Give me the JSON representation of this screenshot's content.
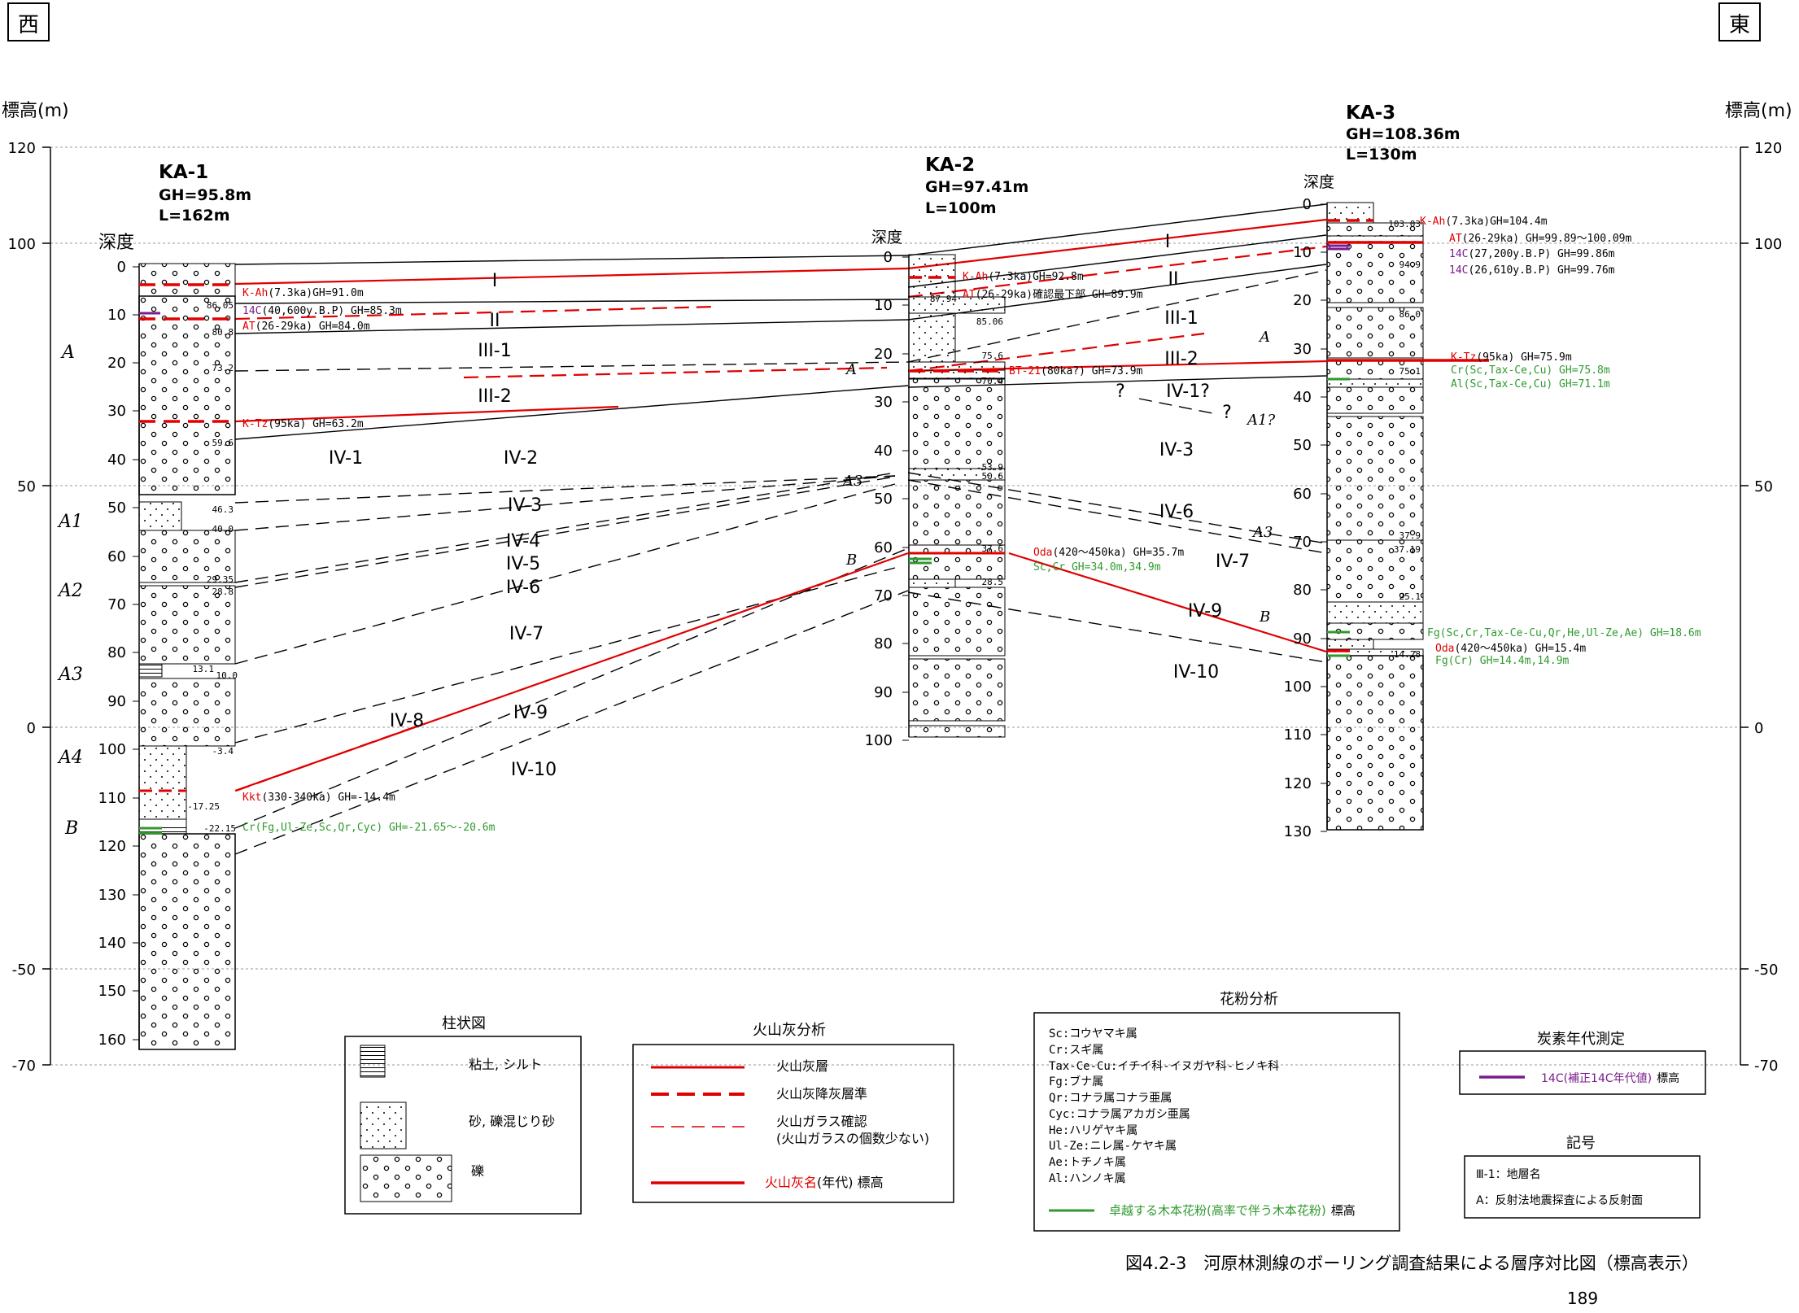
{
  "corners": {
    "west": "西",
    "east": "東"
  },
  "axis": {
    "title": "標高(m)",
    "ticks": [
      "120",
      "100",
      "50",
      "0",
      "-50",
      "-70"
    ]
  },
  "holes": [
    {
      "id": "KA-1",
      "gh": "GH=95.8m",
      "len": "L=162m",
      "depth_label": "深度",
      "depth_ticks": [
        "0",
        "10",
        "20",
        "30",
        "40",
        "50",
        "60",
        "70",
        "80",
        "90",
        "100",
        "110",
        "120",
        "130",
        "140",
        "150",
        "160"
      ],
      "side": [
        "86.05",
        "80.8",
        "73.2",
        "59.6",
        "46.3",
        "40.0",
        "29.35",
        "28.8",
        "13.1",
        "10.0",
        "-3.4",
        "-17.25",
        "-22.15"
      ]
    },
    {
      "id": "KA-2",
      "gh": "GH=97.41m",
      "len": "L=100m",
      "depth_label": "深度",
      "depth_ticks": [
        "0",
        "10",
        "20",
        "30",
        "40",
        "50",
        "60",
        "70",
        "80",
        "90",
        "100"
      ],
      "side": [
        "87.94",
        "85.06",
        "75.6",
        "70.4",
        "53.9",
        "50.6",
        "37.6",
        "28.5"
      ]
    },
    {
      "id": "KA-3",
      "gh": "GH=108.36m",
      "len": "L=130m",
      "depth_label": "深度",
      "depth_ticks": [
        "0",
        "10",
        "20",
        "30",
        "40",
        "50",
        "60",
        "70",
        "80",
        "90",
        "100",
        "110",
        "120",
        "130"
      ],
      "side": [
        "103.03",
        "94.9",
        "86.0",
        "75.1",
        "37.9",
        "37.19",
        "25.1",
        "14.28"
      ]
    }
  ],
  "units": [
    "I",
    "II",
    "III-1",
    "III-2",
    "IV-1",
    "IV-2",
    "IV-3",
    "IV-4",
    "IV-5",
    "IV-6",
    "IV-7",
    "IV-8",
    "IV-9",
    "IV-10",
    "IV-3",
    "IV-6",
    "IV-7",
    "IV-9",
    "IV-10",
    "I",
    "II",
    "III-1",
    "III-2",
    "IV-1?",
    "?",
    "?"
  ],
  "reflectors": [
    "A",
    "A1",
    "A2",
    "A3",
    "A4",
    "B",
    "A",
    "A3",
    "B",
    "A",
    "A1?",
    "A3",
    "B"
  ],
  "tephra_ka1": [
    {
      "name": "K-Ah",
      "rest": "(7.3ka)GH=91.0m"
    },
    {
      "name": "14C",
      "rest": "(40,600y.B.P) GH=85.3m"
    },
    {
      "name": "AT",
      "rest": "(26-29ka) GH=84.0m"
    },
    {
      "name": "K-Tz",
      "rest": "(95ka) GH=63.2m"
    },
    {
      "name": "Kkt",
      "rest": "(330-340ka) GH=-14.4m"
    },
    {
      "name": "Cr",
      "rest": "(Fg,Ul-Ze,Sc,Qr,Cyc) GH=-21.65～-20.6m"
    }
  ],
  "tephra_ka2": [
    {
      "name": "K-Ah",
      "rest": "(7.3ka)GH=92.8m"
    },
    {
      "name": "AT",
      "rest": "(26-29ka)確認最下部 GH=89.9m"
    },
    {
      "name": "BT-21",
      "rest": "(80ka?) GH=73.9m"
    },
    {
      "name": "Oda",
      "rest": "(420～450ka) GH=35.7m"
    },
    {
      "name": "Sc,Cr",
      "rest": " GH=34.0m,34.9m"
    }
  ],
  "tephra_ka3": [
    {
      "name": "K-Ah",
      "rest": "(7.3ka)GH=104.4m"
    },
    {
      "name": "AT",
      "rest": "(26-29ka) GH=99.89～100.09m"
    },
    {
      "name": "14C",
      "rest": "(27,200y.B.P) GH=99.86m"
    },
    {
      "name": "14C",
      "rest": "(26,610y.B.P) GH=99.76m"
    },
    {
      "name": "K-Tz",
      "rest": "(95ka) GH=75.9m"
    },
    {
      "name": "Cr",
      "rest": "(Sc,Tax-Ce,Cu) GH=75.8m"
    },
    {
      "name": "Al",
      "rest": "(Sc,Tax-Ce,Cu) GH=71.1m"
    },
    {
      "name": "Fg",
      "rest": "(Sc,Cr,Tax-Ce-Cu,Qr,He,Ul-Ze,Ae) GH=18.6m"
    },
    {
      "name": "Oda",
      "rest": "(420～450ka) GH=15.4m"
    },
    {
      "name": "Fg",
      "rest": "(Cr) GH=14.4m,14.9m"
    }
  ],
  "legend_column": {
    "title": "柱状図",
    "items": [
      "粘土, シルト",
      "砂, 礫混じり砂",
      "礫"
    ]
  },
  "legend_ash": {
    "title": "火山灰分析",
    "items": [
      "火山灰層",
      "火山灰降灰層準",
      "火山ガラス確認",
      "(火山ガラスの個数少ない)",
      "火山灰名",
      "(年代) 標高"
    ]
  },
  "legend_pollen": {
    "title": "花粉分析",
    "items": [
      "Sc:コウヤマキ属",
      "Cr:スギ属",
      "Tax-Ce-Cu:イチイ科-イヌガヤ科-ヒノキ科",
      "Fg:ブナ属",
      "Qr:コナラ属コナラ亜属",
      "Cyc:コナラ属アカガシ亜属",
      "He:ハリゲヤキ属",
      "Ul-Ze:ニレ属-ケヤキ属",
      "Ae:トチノキ属",
      "Al:ハンノキ属"
    ],
    "footer": "卓越する木本花粉(高率で伴う木本花粉)",
    "footer2": "標高"
  },
  "legend_carbon": {
    "title": "炭素年代測定",
    "item_a": "14C(補正14C年代値)",
    "item_b": "標高"
  },
  "legend_symbol": {
    "title": "記号",
    "items": [
      "Ⅲ-1：地層名",
      "A：反射法地震探査による反射面"
    ]
  },
  "caption": "図4.2-3　河原林測線のボーリング調査結果による層序対比図（標高表示）",
  "page_number": "189",
  "colors": {
    "ash": "#e00000",
    "pollen": "#2f9a2f",
    "carbon": "#7a1d8c",
    "line": "#000000",
    "grid": "#9a9a9a"
  }
}
